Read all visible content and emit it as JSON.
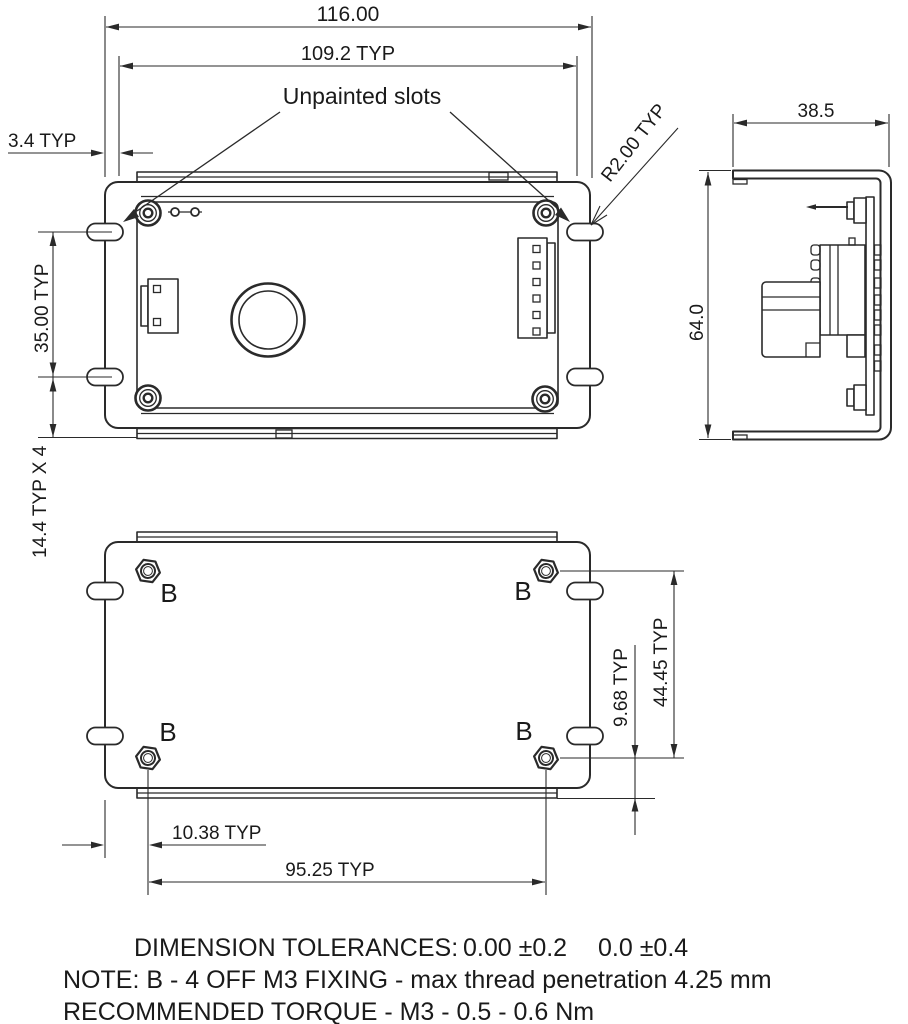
{
  "colors": {
    "background": "#ffffff",
    "line": "#2a2a2a",
    "text": "#1a1a1a"
  },
  "callouts": {
    "unpainted_slots": "Unpainted slots",
    "fixing_point": "B"
  },
  "top_view_dims": {
    "overall_width": "116.00",
    "inner_width": "109.2 TYP",
    "flange_offset": "3.4 TYP",
    "corner_radius": "R2.00 TYP",
    "slot_vertical_spacing": "35.00 TYP",
    "slot_to_edge": "14.4 TYP X 4"
  },
  "side_view_dims": {
    "depth": "38.5",
    "height": "64.0"
  },
  "bottom_view_dims": {
    "fixing_vertical_spacing": "44.45 TYP",
    "fixing_to_edge_vertical": "9.68 TYP",
    "fixing_to_edge_horizontal": "10.38 TYP",
    "fixing_horizontal_spacing": "95.25 TYP"
  },
  "notes": {
    "tolerances_label": "DIMENSION TOLERANCES:",
    "tolerance_2dp": "0.00 ±0.2",
    "tolerance_1dp": "0.0 ±0.4",
    "fixing_note": "NOTE: B - 4 OFF M3 FIXING - max thread penetration 4.25 mm",
    "torque_note": "RECOMMENDED TORQUE - M3 - 0.5 - 0.6 Nm"
  }
}
